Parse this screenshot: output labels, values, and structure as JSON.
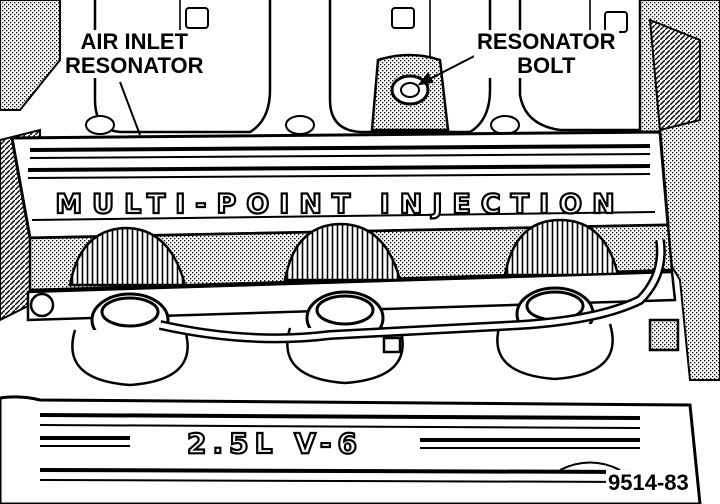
{
  "callouts": {
    "air_inlet_line1": "AIR INLET",
    "air_inlet_line2": "RESONATOR",
    "bolt_line1": "RESONATOR",
    "bolt_line2": "BOLT"
  },
  "cover_text": "MULTI-POINT INJECTION",
  "engine_badge": "2.5L V-6",
  "figure_number": "9514-83",
  "colors": {
    "ink": "#000000",
    "paper": "#ffffff",
    "shade": "#8c8c8c"
  }
}
